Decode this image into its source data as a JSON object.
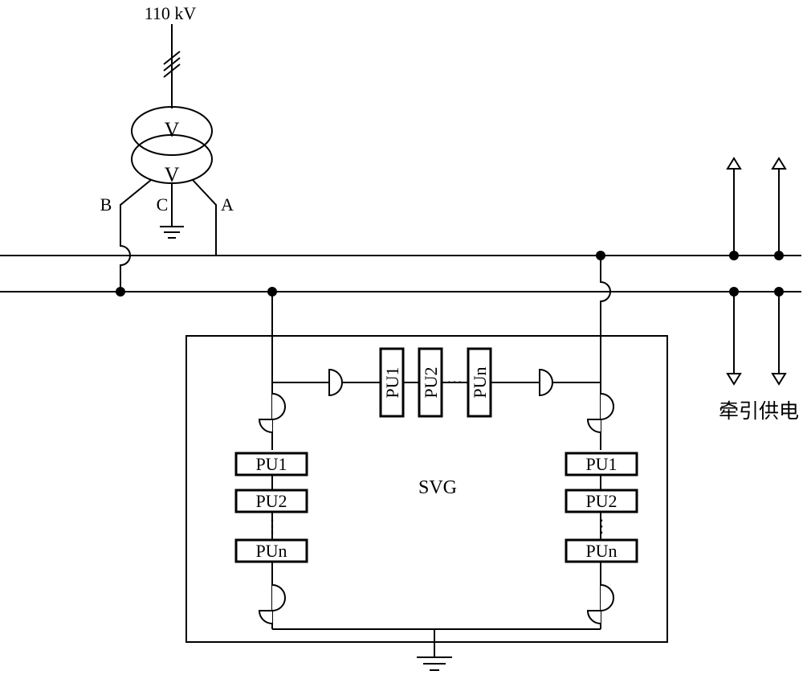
{
  "labels": {
    "voltage": "110 kV",
    "phase_a": "A",
    "phase_b": "B",
    "phase_c": "C",
    "svg": "SVG",
    "traction_supply": "牵引供电",
    "transformer_upper": "V",
    "transformer_lower": "V",
    "ellipsis": "⋯",
    "vdots": "⋮"
  },
  "top_chain": [
    "PU1",
    "PU2",
    "PUn"
  ],
  "left_chain": [
    "PU1",
    "PU2",
    "PUn"
  ],
  "right_chain": [
    "PU1",
    "PU2",
    "PUn"
  ]
}
